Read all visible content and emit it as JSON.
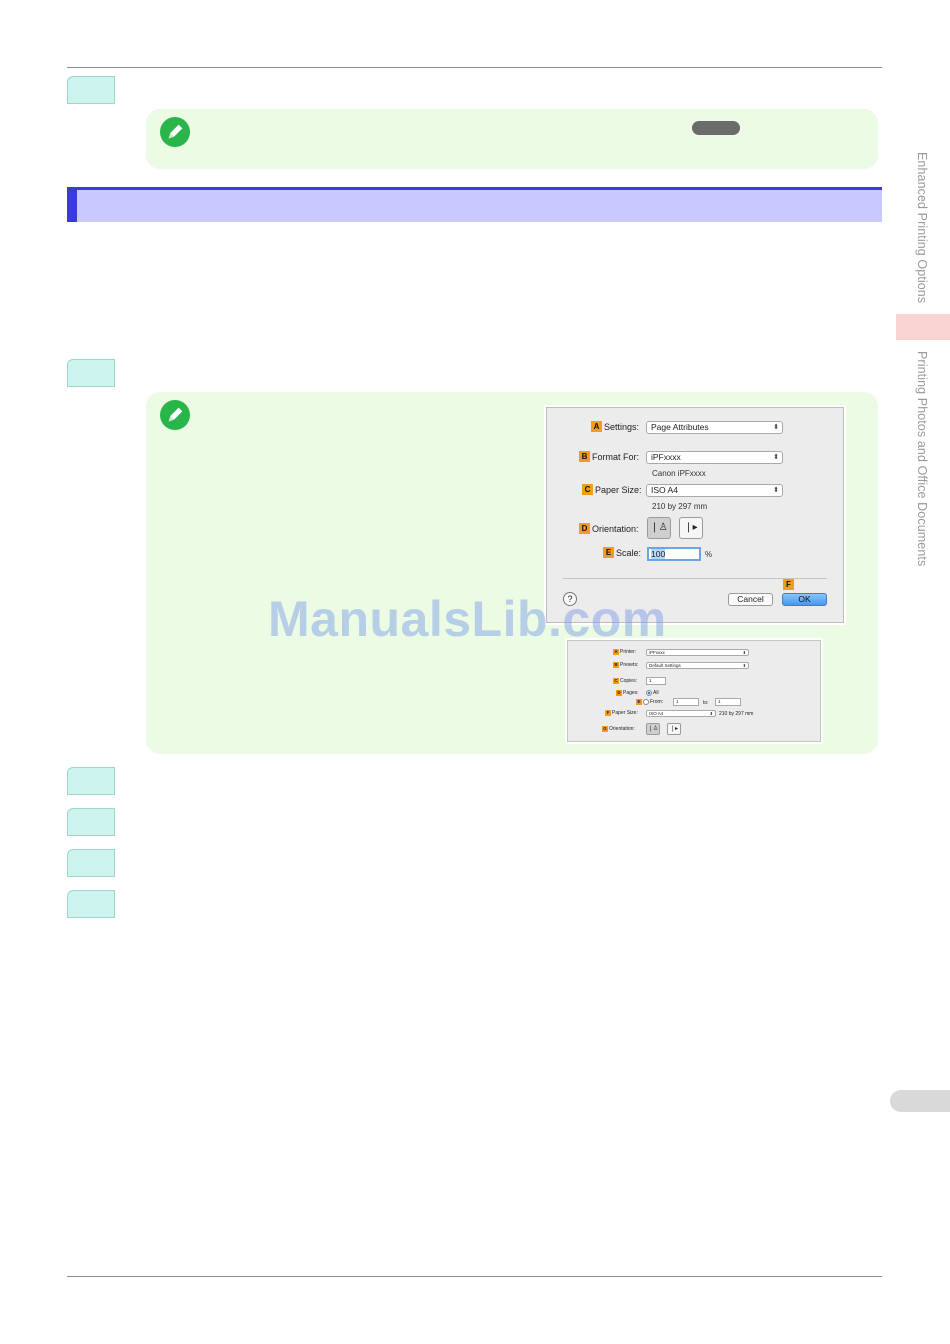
{
  "side_tabs": {
    "tab1": "Enhanced Printing Options",
    "tab2": "Printing Photos and Office Documents"
  },
  "page_setup_dialog": {
    "settings": {
      "badge": "A",
      "label": "Settings:",
      "value": "Page Attributes"
    },
    "format_for": {
      "badge": "B",
      "label": "Format For:",
      "value": "iPFxxxx",
      "sub": "Canon iPFxxxx"
    },
    "paper_size": {
      "badge": "C",
      "label": "Paper Size:",
      "value": "ISO A4",
      "sub": "210 by 297 mm"
    },
    "orientation": {
      "badge": "D",
      "label": "Orientation:"
    },
    "scale": {
      "badge": "E",
      "label": "Scale:",
      "value": "100",
      "unit": "%"
    },
    "ok_badge": "F",
    "help": "?",
    "cancel": "Cancel",
    "ok": "OK"
  },
  "print_dialog": {
    "printer": {
      "badge": "A",
      "label": "Printer:",
      "value": "iPFxxxx"
    },
    "presets": {
      "badge": "B",
      "label": "Presets:",
      "value": "Default Settings"
    },
    "copies": {
      "badge": "C",
      "label": "Copies:",
      "value": "1"
    },
    "pages": {
      "badge": "D",
      "label": "Pages:",
      "all": "All"
    },
    "from": {
      "badge": "E",
      "label": "From:",
      "from_value": "1",
      "to_label": "to:",
      "to_value": "1"
    },
    "paper_size": {
      "badge": "F",
      "label": "Paper Size:",
      "value": "ISO A4",
      "sub": "210 by 297 mm"
    },
    "orientation": {
      "badge": "G",
      "label": "Orientation:"
    }
  },
  "watermark": "ManualsLib.com",
  "colors": {
    "step_box": "#cdf3ee",
    "note_bg": "#ecfbe3",
    "section_bar": "#c9c9ff",
    "section_accent": "#3b3bd9",
    "badge": "#f29b1d"
  }
}
